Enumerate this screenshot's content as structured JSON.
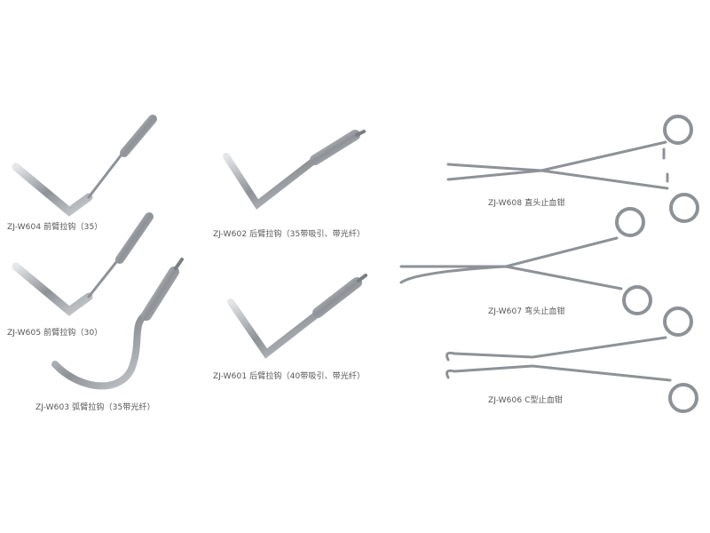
{
  "products": [
    {
      "id": "w604",
      "label": "ZJ-W604  前臂拉钩（35）"
    },
    {
      "id": "w602",
      "label": "ZJ-W602  后臂拉钩（35带吸引、带光纤）"
    },
    {
      "id": "w605",
      "label": "ZJ-W605  前臂拉钩（30）"
    },
    {
      "id": "w603",
      "label": "ZJ-W603  弧臂拉钩（35带光纤）"
    },
    {
      "id": "w601",
      "label": "ZJ-W601  后臂拉钩（40带吸引、带光纤）"
    },
    {
      "id": "w608",
      "label": "ZJ-W608  直头止血钳"
    },
    {
      "id": "w607",
      "label": "ZJ-W607  弯头止血钳"
    },
    {
      "id": "w606",
      "label": "ZJ-W606  C型止血钳"
    }
  ],
  "colors": {
    "steel": "#9a9ea3",
    "steel_dark": "#5f6368",
    "text": "#555555"
  }
}
